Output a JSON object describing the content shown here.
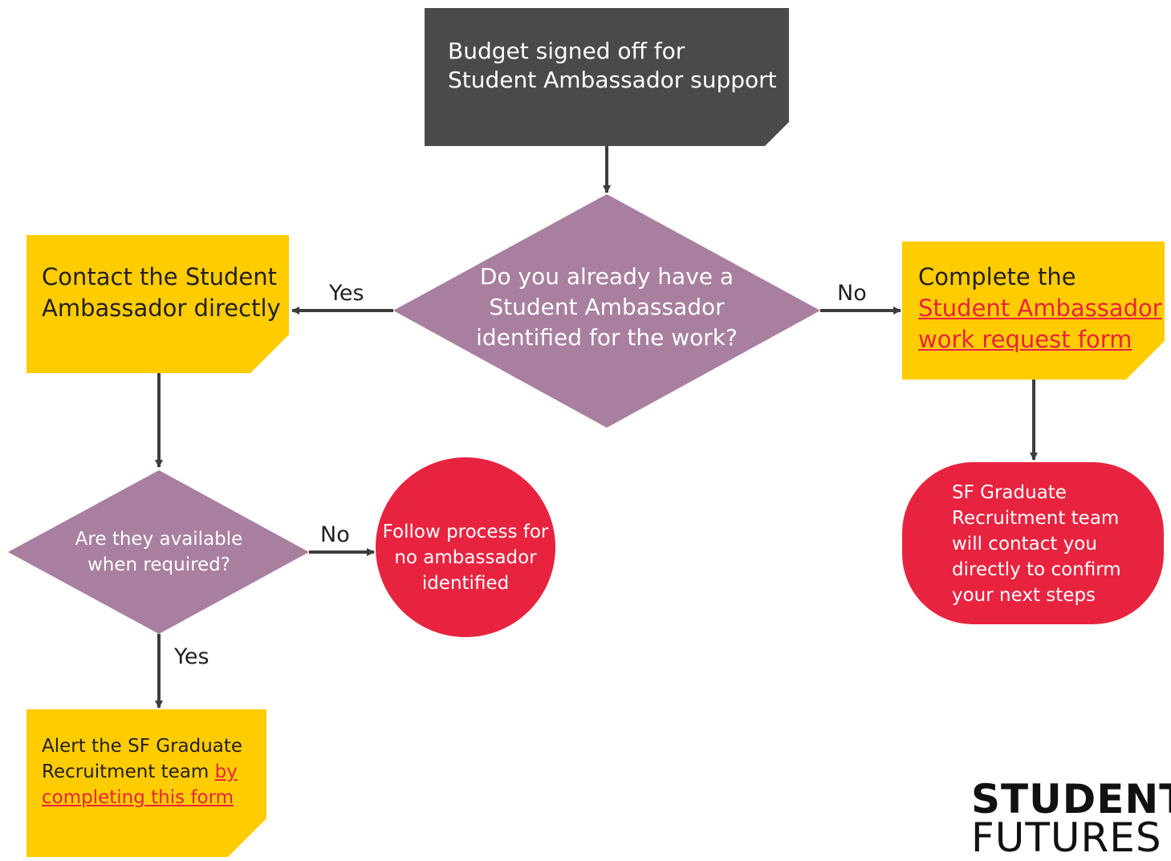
{
  "nodes": {
    "start": {
      "line1": "Budget signed off for",
      "line2": "Student Ambassador support"
    },
    "decision_main": {
      "line1": "Do you already have a",
      "line2": "Student Ambassador",
      "line3": "identified for the work?"
    },
    "contact": {
      "line1": "Contact the Student",
      "line2": "Ambassador directly"
    },
    "complete": {
      "line1": "Complete the",
      "link1": "Student Ambassador ",
      "link2": "work request form"
    },
    "decision_available": {
      "line1": "Are they available",
      "line2": "when required?"
    },
    "follow": {
      "line1": "Follow process for",
      "line2": "no ambassador",
      "line3": "identified"
    },
    "sf_contact": {
      "line1": "SF Graduate",
      "line2": "Recruitment team",
      "line3": "will contact you",
      "line4": "directly to confirm",
      "line5": "your next steps"
    },
    "alert": {
      "line1": "Alert the SF Graduate",
      "line2_text": "Recruitment team ",
      "line2_link": "by ",
      "line3_link": "completing this form"
    }
  },
  "edge_labels": {
    "main_yes": "Yes",
    "main_no": "No",
    "avail_no": "No",
    "avail_yes": "Yes"
  },
  "logo": {
    "line1": "STUDENT",
    "line2": "FUTURES"
  },
  "colors": {
    "yellow": "#ffcc00",
    "purple": "#a87f9f",
    "red": "#e8233f",
    "dark": "#4a4a48",
    "arrow": "#3d3d3d",
    "link": "#e8233f"
  }
}
